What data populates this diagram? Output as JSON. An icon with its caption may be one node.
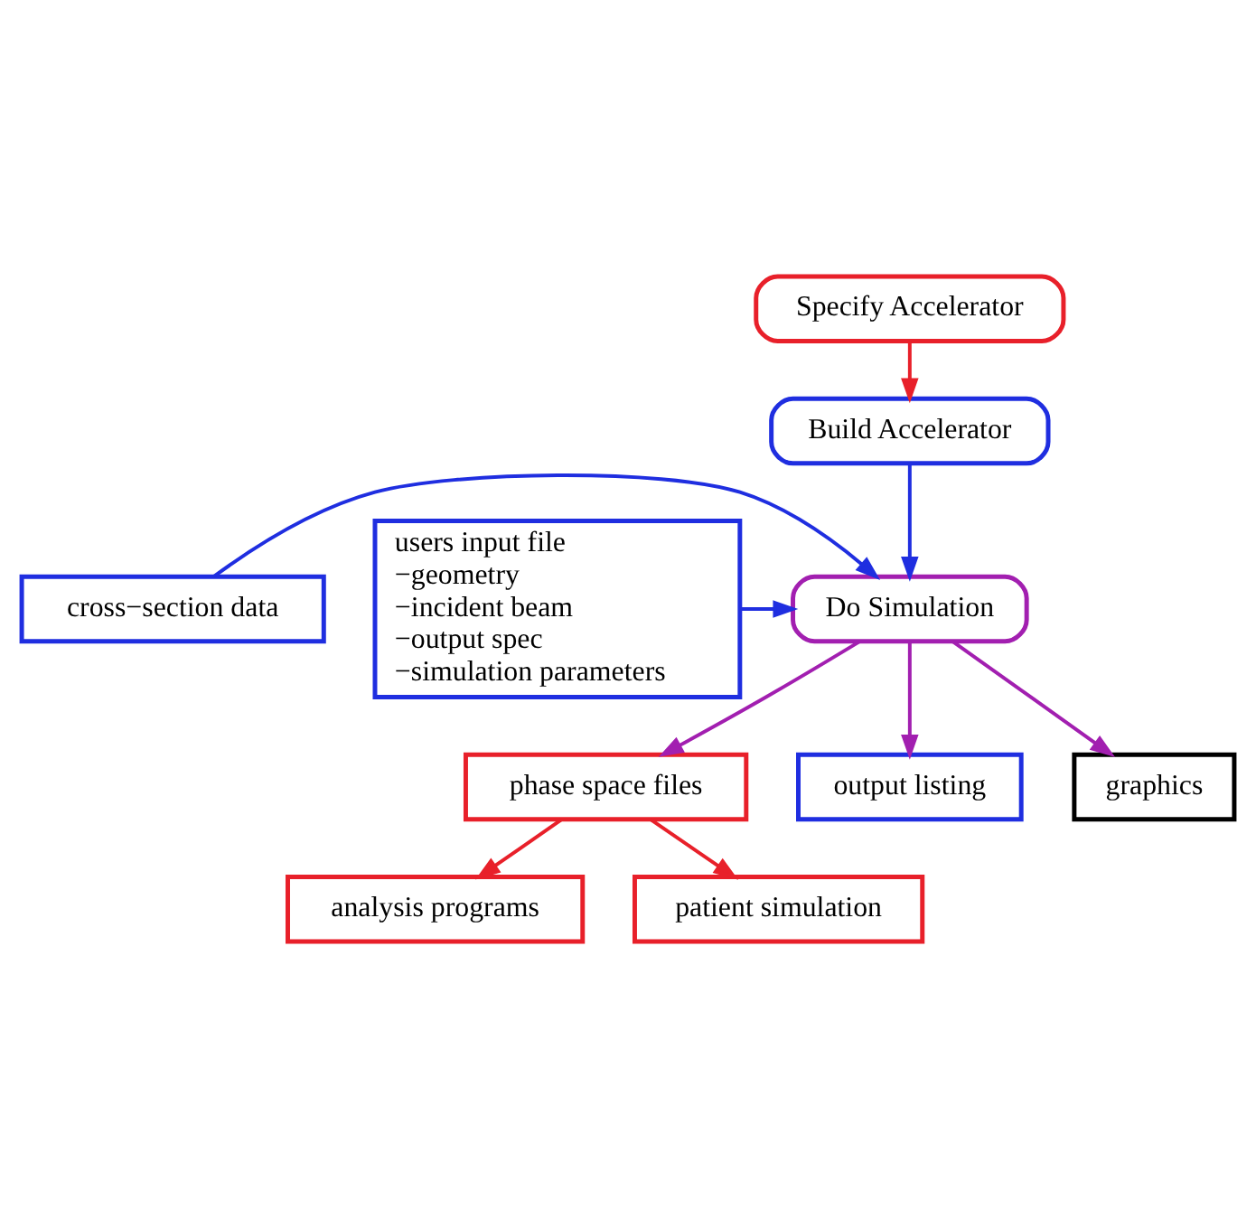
{
  "diagram": {
    "nodes": [
      {
        "text": [
          "Specify Accelerator"
        ]
      },
      {
        "text": [
          "Build Accelerator"
        ]
      },
      {
        "text": [
          "cross−section data"
        ]
      },
      {
        "text": [
          "Do Simulation"
        ]
      },
      {
        "text": [
          "users input file",
          "−geometry",
          "−incident beam",
          "−output spec",
          "−simulation parameters"
        ]
      },
      {
        "text": [
          "phase space files"
        ]
      },
      {
        "text": [
          "output listing"
        ]
      },
      {
        "text": [
          "graphics"
        ]
      },
      {
        "text": [
          "analysis programs"
        ]
      },
      {
        "text": [
          "patient simulation"
        ]
      }
    ],
    "edges": [
      {
        "from": 0,
        "to": 1,
        "arrow": "to",
        "color": "#e8202a"
      },
      {
        "from": 1,
        "to": 3,
        "arrow": "to",
        "color": "#1f2ee0"
      },
      {
        "from": 2,
        "to": 3,
        "arrow": "to",
        "color": "#1f2ee0"
      },
      {
        "from": 4,
        "to": 3,
        "arrow": "to",
        "color": "#1f2ee0"
      },
      {
        "from": 3,
        "to": 5,
        "arrow": "to",
        "color": "#a21fb0"
      },
      {
        "from": 3,
        "to": 6,
        "arrow": "to",
        "color": "#a21fb0"
      },
      {
        "from": 3,
        "to": 7,
        "arrow": "to",
        "color": "#a21fb0"
      },
      {
        "from": 5,
        "to": 8,
        "arrow": "to",
        "color": "#e8202a"
      },
      {
        "from": 5,
        "to": 9,
        "arrow": "to",
        "color": "#e8202a"
      }
    ]
  }
}
